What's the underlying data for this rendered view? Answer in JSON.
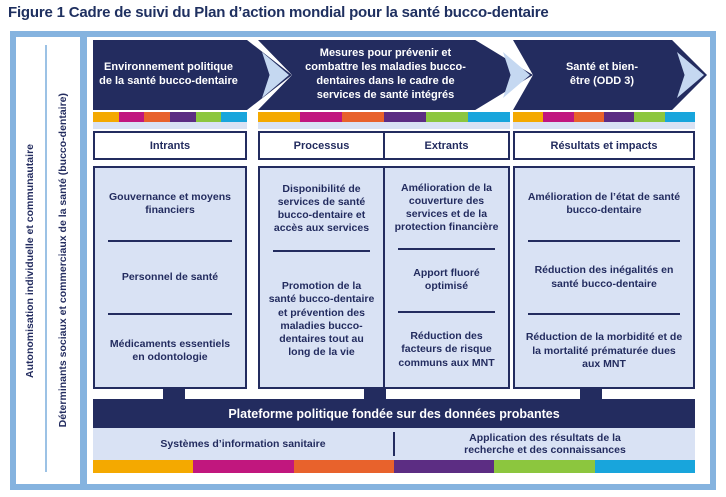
{
  "title": "Figure 1 Cadre de suivi du Plan d’action mondial pour la santé bucco-dentaire",
  "sidebar": {
    "label_empowerment": "Autonomisation individuelle et communautaire",
    "label_determinants": "Déterminants sociaux et commerciaux de la santé (bucco-dentaire)"
  },
  "columns": [
    {
      "header": "Environnement politique de la santé bucco-dentaire",
      "subheaders": [
        "Intrants"
      ],
      "groups": [
        [
          "Gouvernance et moyens financiers",
          "Personnel de santé",
          "Médicaments essentiels en odontologie"
        ]
      ]
    },
    {
      "header": "Mesures pour prévenir et combattre les maladies bucco-dentaires dans le cadre de services de santé intégrés",
      "subheaders": [
        "Processus",
        "Extrants"
      ],
      "groups": [
        [
          "Disponibilité de services de santé bucco-dentaire et accès aux services",
          "Promotion de la santé bucco-dentaire et prévention des maladies bucco-dentaires tout au long de la vie"
        ],
        [
          "Amélioration de la couverture des services et de la protection financière",
          "Apport fluoré optimisé",
          "Réduction des facteurs de risque communs aux MNT"
        ]
      ]
    },
    {
      "header": "Santé et bien-être (ODD 3)",
      "subheaders": [
        "Résultats et impacts"
      ],
      "groups": [
        [
          "Amélioration de l’état de santé bucco-dentaire",
          "Réduction des inégalités en santé bucco-dentaire",
          "Réduction de la morbidité et de la mortalité prématurée dues aux MNT"
        ]
      ]
    }
  ],
  "platform": {
    "label": "Plateforme politique fondée sur des données probantes"
  },
  "foundation": {
    "left": "Systèmes d’information sanitaire",
    "right": "Application des résultats de la recherche et des connaissances"
  },
  "colors": {
    "navy": "#232C5F",
    "panel": "#D9E2F4",
    "chevron": "#C5D8F1",
    "frame": "#85B3DF",
    "lane_divider": "#9CC2E5",
    "title_text": "#1F3060"
  },
  "stripe_colors": [
    "#F4A900",
    "#C1177E",
    "#E8622C",
    "#5C2D83",
    "#8CC63E",
    "#18A5DC"
  ]
}
